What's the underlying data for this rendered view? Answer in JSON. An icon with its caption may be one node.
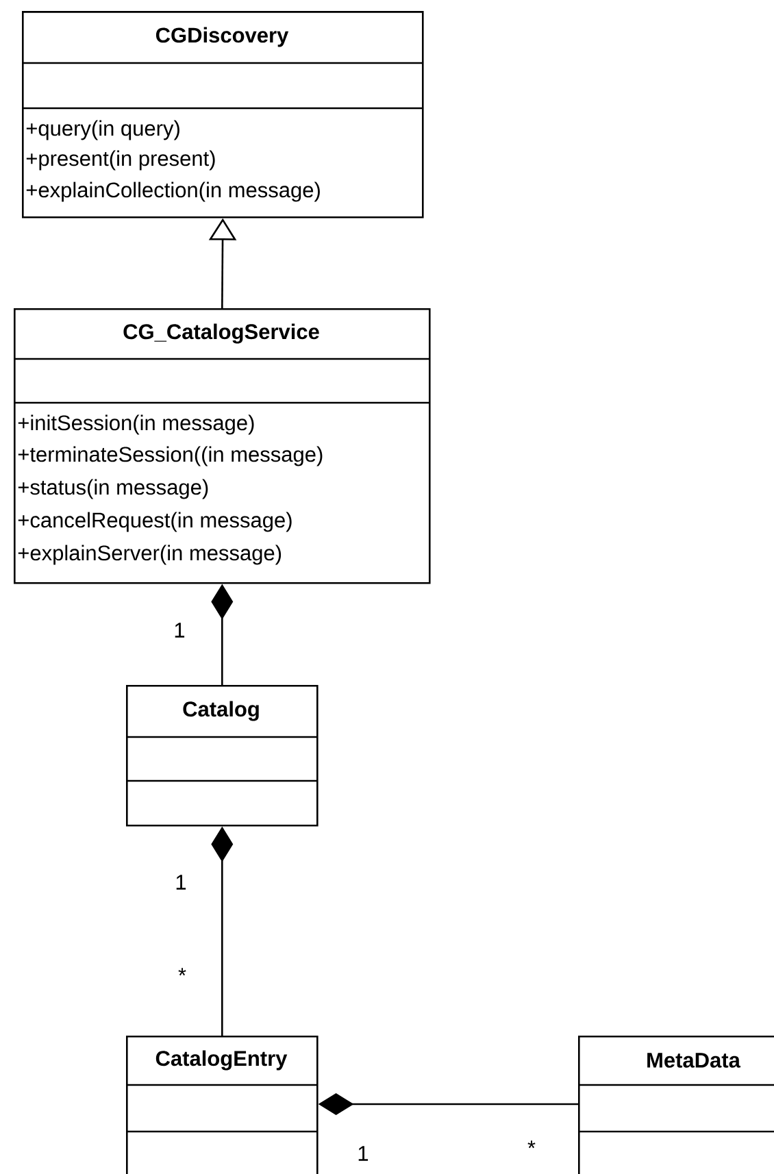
{
  "diagram": {
    "nodes": [
      {
        "text": [
          "CGDiscovery",
          "+query(in query)",
          "+present(in present)",
          "+explainCollection(in message)"
        ]
      },
      {
        "text": [
          "CG_CatalogService",
          "+initSession(in message)",
          "+terminateSession((in message)",
          "+status(in message)",
          "+cancelRequest(in message)",
          "+explainServer(in message)"
        ]
      },
      {
        "text": [
          "Catalog"
        ]
      },
      {
        "text": [
          "CatalogEntry"
        ]
      },
      {
        "text": [
          "MetaData"
        ]
      }
    ],
    "edges": [
      {
        "from": 1,
        "to": 0,
        "arrow": "to"
      },
      {
        "from": 2,
        "to": 1,
        "arrow": "other"
      },
      {
        "from": 3,
        "to": 2,
        "arrow": "other"
      },
      {
        "from": 4,
        "to": 3,
        "arrow": "other"
      }
    ],
    "labels": [
      "1",
      "1",
      "*",
      "1",
      "*"
    ]
  }
}
